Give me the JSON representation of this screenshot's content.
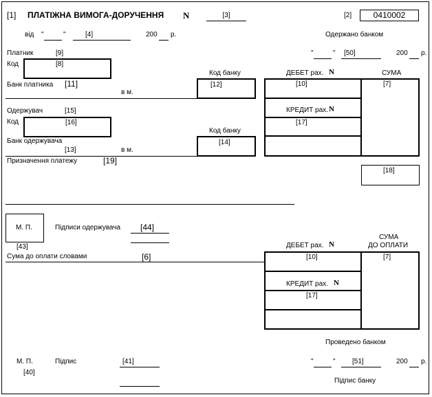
{
  "header": {
    "ref1": "[1]",
    "title": "ПЛАТІЖНА ВИМОГА-ДОРУЧЕННЯ",
    "n_sign": "N",
    "ref3": "[3]",
    "ref2": "[2]",
    "form_code": "0410002"
  },
  "date_row": {
    "vid": "від",
    "quote_open": "\"",
    "quote_close": "\"",
    "ref4": "[4]",
    "year": "200",
    "year_suffix": "р.",
    "received_by_bank": "Одержано банком"
  },
  "payer": {
    "label": "Платник",
    "ref9": "[9]",
    "code_label": "Код",
    "ref8": "[8]",
    "bank_code_label": "Код банку",
    "ref12": "[12]",
    "bank_label": "Банк платника",
    "ref11": "[11]",
    "city": "в  м."
  },
  "received_date": {
    "quote_open": "\"",
    "quote_close": "\"",
    "ref50": "[50]",
    "year": "200",
    "year_suffix": "р."
  },
  "debit": {
    "label": "ДЕБЕТ рах.",
    "n_sign": "N",
    "ref10": "[10]",
    "sum_label": "СУМА",
    "ref7": "[7]"
  },
  "recipient": {
    "label": "Одержувач",
    "ref15": "[15]",
    "code_label": "Код",
    "ref16": "[16]",
    "bank_code_label": "Код банку",
    "ref14": "[14]",
    "bank_label": "Банк одержувача",
    "ref13": "[13]",
    "city": "в  м."
  },
  "credit": {
    "label": "КРЕДИТ рах.",
    "n_sign": "N",
    "ref17": "[17]"
  },
  "purpose": {
    "label": "Призначення платежу",
    "ref19": "[19]",
    "ref18": "[18]"
  },
  "signatures": {
    "stamp": "М. П.",
    "ref43": "[43]",
    "recipient_signatures": "Підписи одержувача",
    "ref44": "[44]"
  },
  "second_part": {
    "debit_label": "ДЕБЕТ рах.",
    "n_sign": "N",
    "ref10": "[10]",
    "sum_to_pay_line1": "СУМА",
    "sum_to_pay_line2": "ДО ОПЛАТИ",
    "ref7": "[7]",
    "sum_words_label": "Сума до оплати словами",
    "ref6": "[6]",
    "credit_label": "КРЕДИТ рах.",
    "credit_n": "N",
    "ref17": "[17]"
  },
  "footer": {
    "processed_by_bank": "Проведено банком",
    "stamp": "М. П.",
    "ref40": "[40]",
    "signature": "Підпис",
    "ref41": "[41]",
    "quote_open": "\"",
    "quote_close": "\"",
    "ref51": "[51]",
    "year": "200",
    "year_suffix": "р.",
    "bank_signature": "Підпис банку"
  }
}
